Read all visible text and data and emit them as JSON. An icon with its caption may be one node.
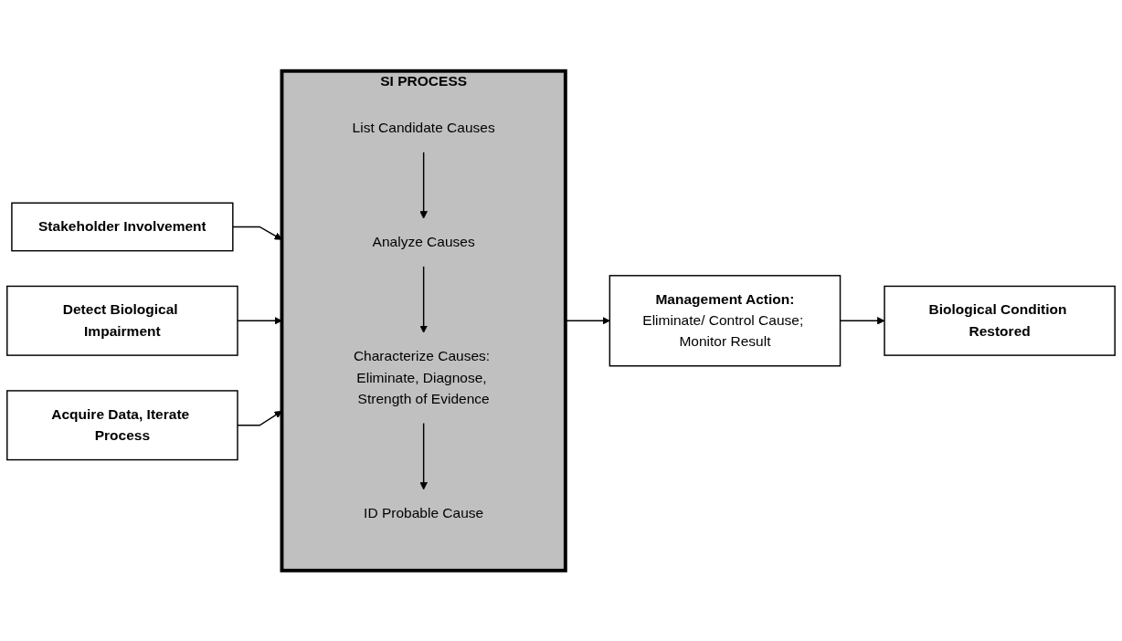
{
  "diagram": {
    "nodes": [
      {
        "text": [
          "Stakeholder Involvement"
        ]
      },
      {
        "text": [
          "SI PROCESS"
        ]
      },
      {
        "text": [
          "List Candidate Causes"
        ],
        "in": 1
      },
      {
        "text": [
          "Analyze Causes"
        ],
        "in": 1
      },
      {
        "text": [
          "Characterize Causes: Eliminate, Diagnose, Strength of Evidence"
        ],
        "in": 1
      },
      {
        "text": [
          "ID Probable Cause"
        ],
        "in": 1
      },
      {
        "text": [
          "Detect Biological Impairment"
        ]
      },
      {
        "text": [
          "Management Action:",
          "Eliminate/ Control Cause; Monitor Result"
        ]
      },
      {
        "text": [
          "Biological Condition Restored"
        ]
      },
      {
        "text": [
          "Acquire Data, Iterate Process"
        ]
      }
    ],
    "edges": [
      {
        "from": 0,
        "to": 1,
        "arrow": "to"
      },
      {
        "from": 2,
        "to": 3,
        "arrow": "to"
      },
      {
        "from": 3,
        "to": 4,
        "arrow": "to"
      },
      {
        "from": 4,
        "to": 5,
        "arrow": "to"
      },
      {
        "from": 6,
        "to": 1,
        "arrow": "to"
      },
      {
        "from": 1,
        "to": 7,
        "arrow": "to"
      },
      {
        "from": 7,
        "to": 8,
        "arrow": "to"
      },
      {
        "from": 9,
        "to": 1,
        "arrow": "to"
      }
    ]
  }
}
